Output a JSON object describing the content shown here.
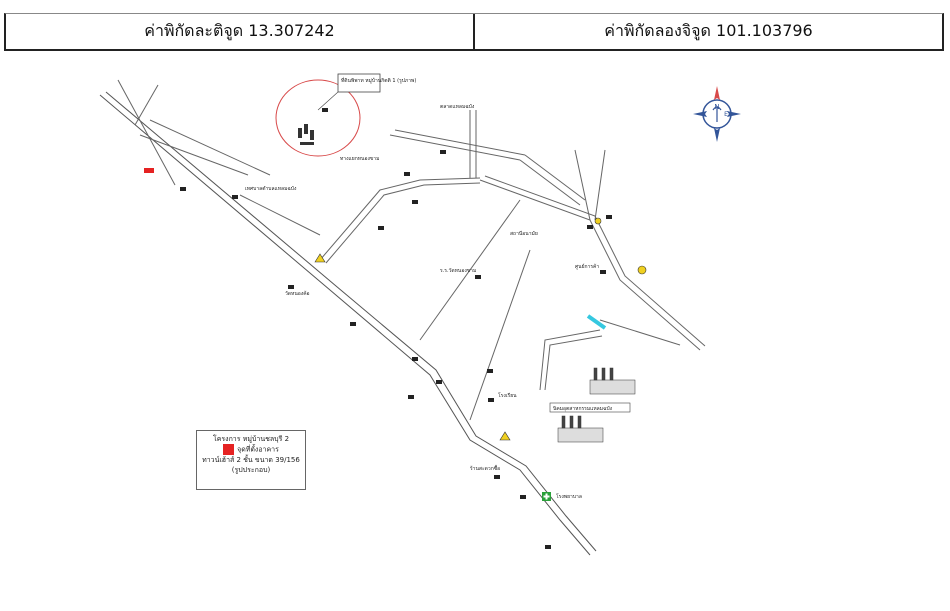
{
  "header": {
    "latitude_text": "ค่าพิกัดละติจูด 13.307242",
    "longitude_text": "ค่าพิกัดลองจิจูด 101.103796"
  },
  "compass": {
    "icon": "compass-rose-icon",
    "north": "N",
    "east": "E"
  },
  "legend": {
    "line1": "โครงการ หมู่บ้านชลบุรี 2",
    "line2": "จุดที่ตั้งอาคาร",
    "line3": "ทาวน์เฮ้าส์ 2 ชั้น ขนาด 39/156",
    "line4": "(รูปประกอบ)"
  },
  "map": {
    "accent_colors": {
      "road": "#555555",
      "highlight_circle": "#d84a4a",
      "water": "#35c8e0",
      "marker_red": "#e52222",
      "warning_yellow": "#f0d020",
      "hospital_green": "#2aa03a"
    },
    "callout_labels": {
      "project_circle": "ที่ดินพิพาท หมู่บ้านกิตติ 1 (รูปภาพ)",
      "factory_note": "นิคมอุตสาหกรรมแหลมฉบัง"
    }
  }
}
